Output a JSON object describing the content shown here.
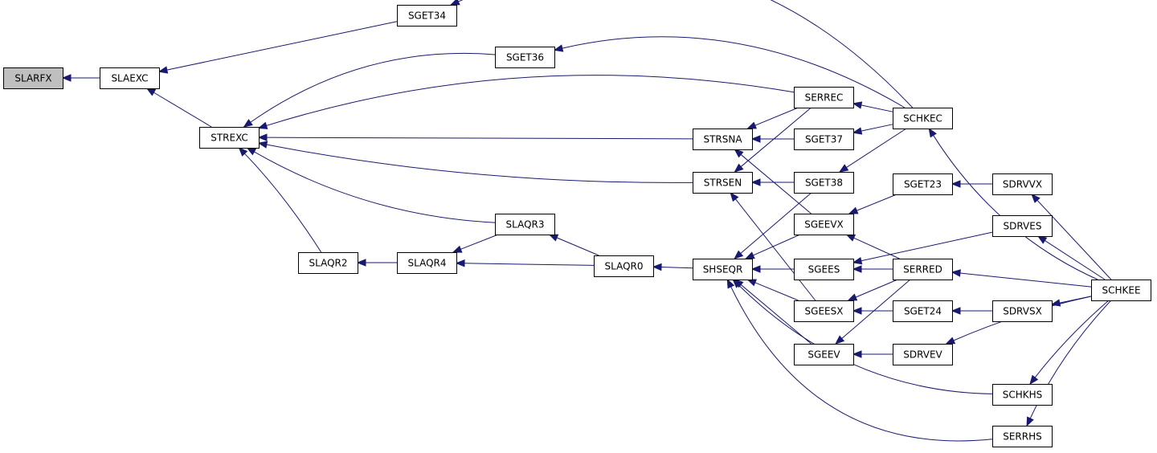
{
  "colors": {
    "edge": "#191970",
    "root_fill": "#bfbfbf",
    "node_fill": "#ffffff",
    "node_stroke": "#000000"
  },
  "nodes": [
    {
      "id": "SLARFX",
      "label": "SLARFX",
      "root": true
    },
    {
      "id": "SLAEXC",
      "label": "SLAEXC"
    },
    {
      "id": "SGET34",
      "label": "SGET34"
    },
    {
      "id": "SGET36",
      "label": "SGET36"
    },
    {
      "id": "STREXC",
      "label": "STREXC"
    },
    {
      "id": "SLAQR2",
      "label": "SLAQR2"
    },
    {
      "id": "SLAQR4",
      "label": "SLAQR4"
    },
    {
      "id": "SLAQR3",
      "label": "SLAQR3"
    },
    {
      "id": "SLAQR0",
      "label": "SLAQR0"
    },
    {
      "id": "STRSNA",
      "label": "STRSNA"
    },
    {
      "id": "STRSEN",
      "label": "STRSEN"
    },
    {
      "id": "SHSEQR",
      "label": "SHSEQR"
    },
    {
      "id": "SERREC",
      "label": "SERREC"
    },
    {
      "id": "SGET37",
      "label": "SGET37"
    },
    {
      "id": "SGET38",
      "label": "SGET38"
    },
    {
      "id": "SGEEVX",
      "label": "SGEEVX"
    },
    {
      "id": "SGEES",
      "label": "SGEES"
    },
    {
      "id": "SGEESX",
      "label": "SGEESX"
    },
    {
      "id": "SGEEV",
      "label": "SGEEV"
    },
    {
      "id": "SCHKEC",
      "label": "SCHKEC"
    },
    {
      "id": "SGET23",
      "label": "SGET23"
    },
    {
      "id": "SERRED",
      "label": "SERRED"
    },
    {
      "id": "SGET24",
      "label": "SGET24"
    },
    {
      "id": "SDRVEV",
      "label": "SDRVEV"
    },
    {
      "id": "SDRVVX",
      "label": "SDRVVX"
    },
    {
      "id": "SDRVES",
      "label": "SDRVES"
    },
    {
      "id": "SDRVSX",
      "label": "SDRVSX"
    },
    {
      "id": "SCHKHS",
      "label": "SCHKHS"
    },
    {
      "id": "SERRHS",
      "label": "SERRHS"
    },
    {
      "id": "SCHKEE",
      "label": "SCHKEE"
    }
  ],
  "edges": [
    {
      "from": "SLAEXC",
      "to": "SLARFX"
    },
    {
      "from": "SGET34",
      "to": "SLAEXC"
    },
    {
      "from": "STREXC",
      "to": "SLAEXC"
    },
    {
      "from": "SCHKEC",
      "to": "SGET34"
    },
    {
      "from": "SGET36",
      "to": "STREXC"
    },
    {
      "from": "SERREC",
      "to": "STREXC"
    },
    {
      "from": "STRSNA",
      "to": "STREXC"
    },
    {
      "from": "STRSEN",
      "to": "STREXC"
    },
    {
      "from": "SLAQR3",
      "to": "STREXC"
    },
    {
      "from": "SLAQR2",
      "to": "STREXC"
    },
    {
      "from": "SCHKEC",
      "to": "SGET36"
    },
    {
      "from": "SLAQR4",
      "to": "SLAQR2"
    },
    {
      "from": "SLAQR3",
      "to": "SLAQR4"
    },
    {
      "from": "SLAQR0",
      "to": "SLAQR4"
    },
    {
      "from": "SLAQR0",
      "to": "SLAQR3"
    },
    {
      "from": "SHSEQR",
      "to": "SLAQR0"
    },
    {
      "from": "SERREC",
      "to": "STRSNA"
    },
    {
      "from": "SGET37",
      "to": "STRSNA"
    },
    {
      "from": "SGEEVX",
      "to": "STRSNA"
    },
    {
      "from": "SGET38",
      "to": "STRSEN"
    },
    {
      "from": "SERREC",
      "to": "STRSEN"
    },
    {
      "from": "SGEESX",
      "to": "STRSEN"
    },
    {
      "from": "SGET38",
      "to": "SHSEQR"
    },
    {
      "from": "SGEEVX",
      "to": "SHSEQR"
    },
    {
      "from": "SGEES",
      "to": "SHSEQR"
    },
    {
      "from": "SGEESX",
      "to": "SHSEQR"
    },
    {
      "from": "SGEEV",
      "to": "SHSEQR"
    },
    {
      "from": "SCHKHS",
      "to": "SHSEQR"
    },
    {
      "from": "SERRHS",
      "to": "SHSEQR"
    },
    {
      "from": "SCHKEC",
      "to": "SERREC"
    },
    {
      "from": "SCHKEC",
      "to": "SGET37"
    },
    {
      "from": "SCHKEC",
      "to": "SGET38"
    },
    {
      "from": "SGET23",
      "to": "SGEEVX"
    },
    {
      "from": "SERRED",
      "to": "SGEEVX"
    },
    {
      "from": "SDRVES",
      "to": "SGEES"
    },
    {
      "from": "SERRED",
      "to": "SGEES"
    },
    {
      "from": "SGET24",
      "to": "SGEESX"
    },
    {
      "from": "SERRED",
      "to": "SGEESX"
    },
    {
      "from": "SDRVEV",
      "to": "SGEEV"
    },
    {
      "from": "SERRED",
      "to": "SGEEV"
    },
    {
      "from": "SCHKEE",
      "to": "SCHKEC"
    },
    {
      "from": "SDRVVX",
      "to": "SGET23"
    },
    {
      "from": "SCHKEE",
      "to": "SERRED"
    },
    {
      "from": "SDRVSX",
      "to": "SGET24"
    },
    {
      "from": "SCHKEE",
      "to": "SDRVEV"
    },
    {
      "from": "SCHKEE",
      "to": "SDRVVX"
    },
    {
      "from": "SCHKEE",
      "to": "SDRVES"
    },
    {
      "from": "SCHKEE",
      "to": "SDRVSX"
    },
    {
      "from": "SCHKEE",
      "to": "SCHKHS"
    },
    {
      "from": "SCHKEE",
      "to": "SERRHS"
    }
  ]
}
